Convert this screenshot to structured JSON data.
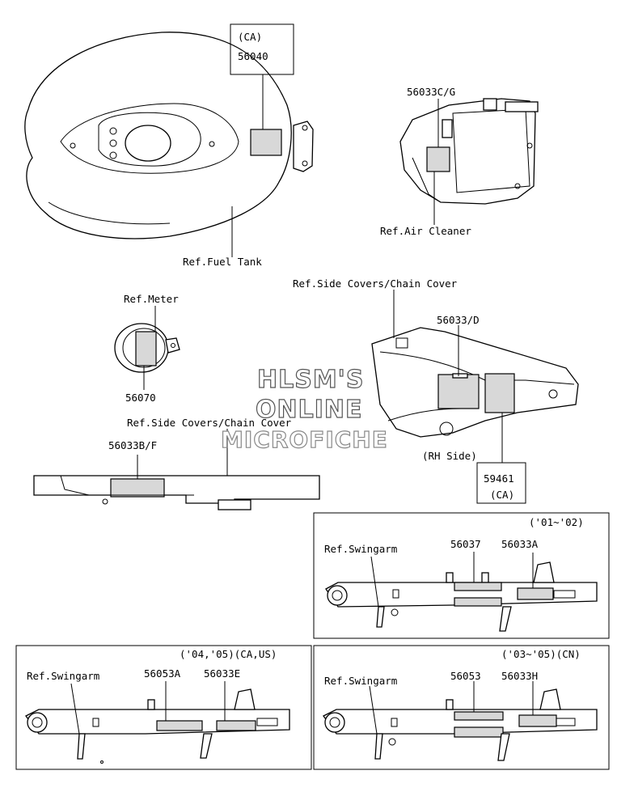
{
  "labels": {
    "tank_box_ca": "(CA)",
    "tank_part": "56040",
    "ref_fuel_tank": "Ref.Fuel Tank",
    "air_part": "56033C/G",
    "ref_air_cleaner": "Ref.Air Cleaner",
    "ref_side_covers_top": "Ref.Side Covers/Chain Cover",
    "ref_meter": "Ref.Meter",
    "meter_part": "56070",
    "side_part_d": "56033/D",
    "rh_side": "(RH Side)",
    "side_box_part": "59461",
    "side_box_ca": "(CA)",
    "ref_side_covers_mid": "Ref.Side Covers/Chain Cover",
    "chain_part": "56033B/F"
  },
  "watermark": {
    "line1": "HLSM'S",
    "line2": "ONLINE",
    "line3": "MICROFICHE"
  },
  "panels": {
    "p0102": {
      "years": "('01~'02)",
      "ref": "Ref.Swingarm",
      "part_a": "56037",
      "part_b": "56033A"
    },
    "p0405": {
      "years": "('04,'05)(CA,US)",
      "ref": "Ref.Swingarm",
      "part_a": "56053A",
      "part_b": "56033E"
    },
    "p0305": {
      "years": "('03~'05)(CN)",
      "ref": "Ref.Swingarm",
      "part_a": "56053",
      "part_b": "56033H"
    }
  }
}
